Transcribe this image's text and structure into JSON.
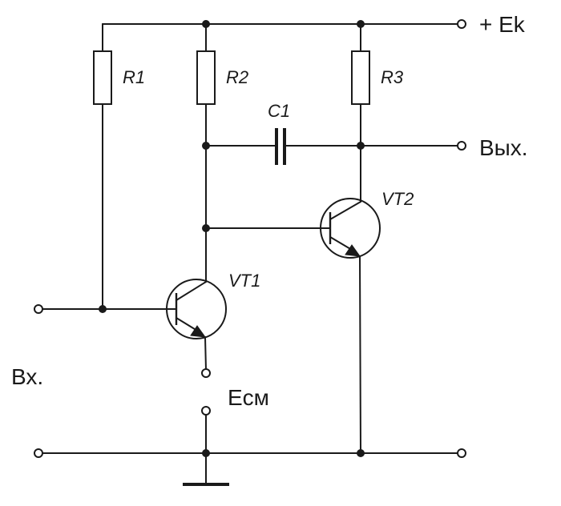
{
  "labels": {
    "r1": "R1",
    "r2": "R2",
    "r3": "R3",
    "c1": "C1",
    "vt1": "VT1",
    "vt2": "VT2",
    "supply": "+ Ek",
    "output": "Вых.",
    "input": "Вх.",
    "bias": "Eсм"
  },
  "colors": {
    "ink": "#1a1a1a",
    "background": "#ffffff"
  }
}
